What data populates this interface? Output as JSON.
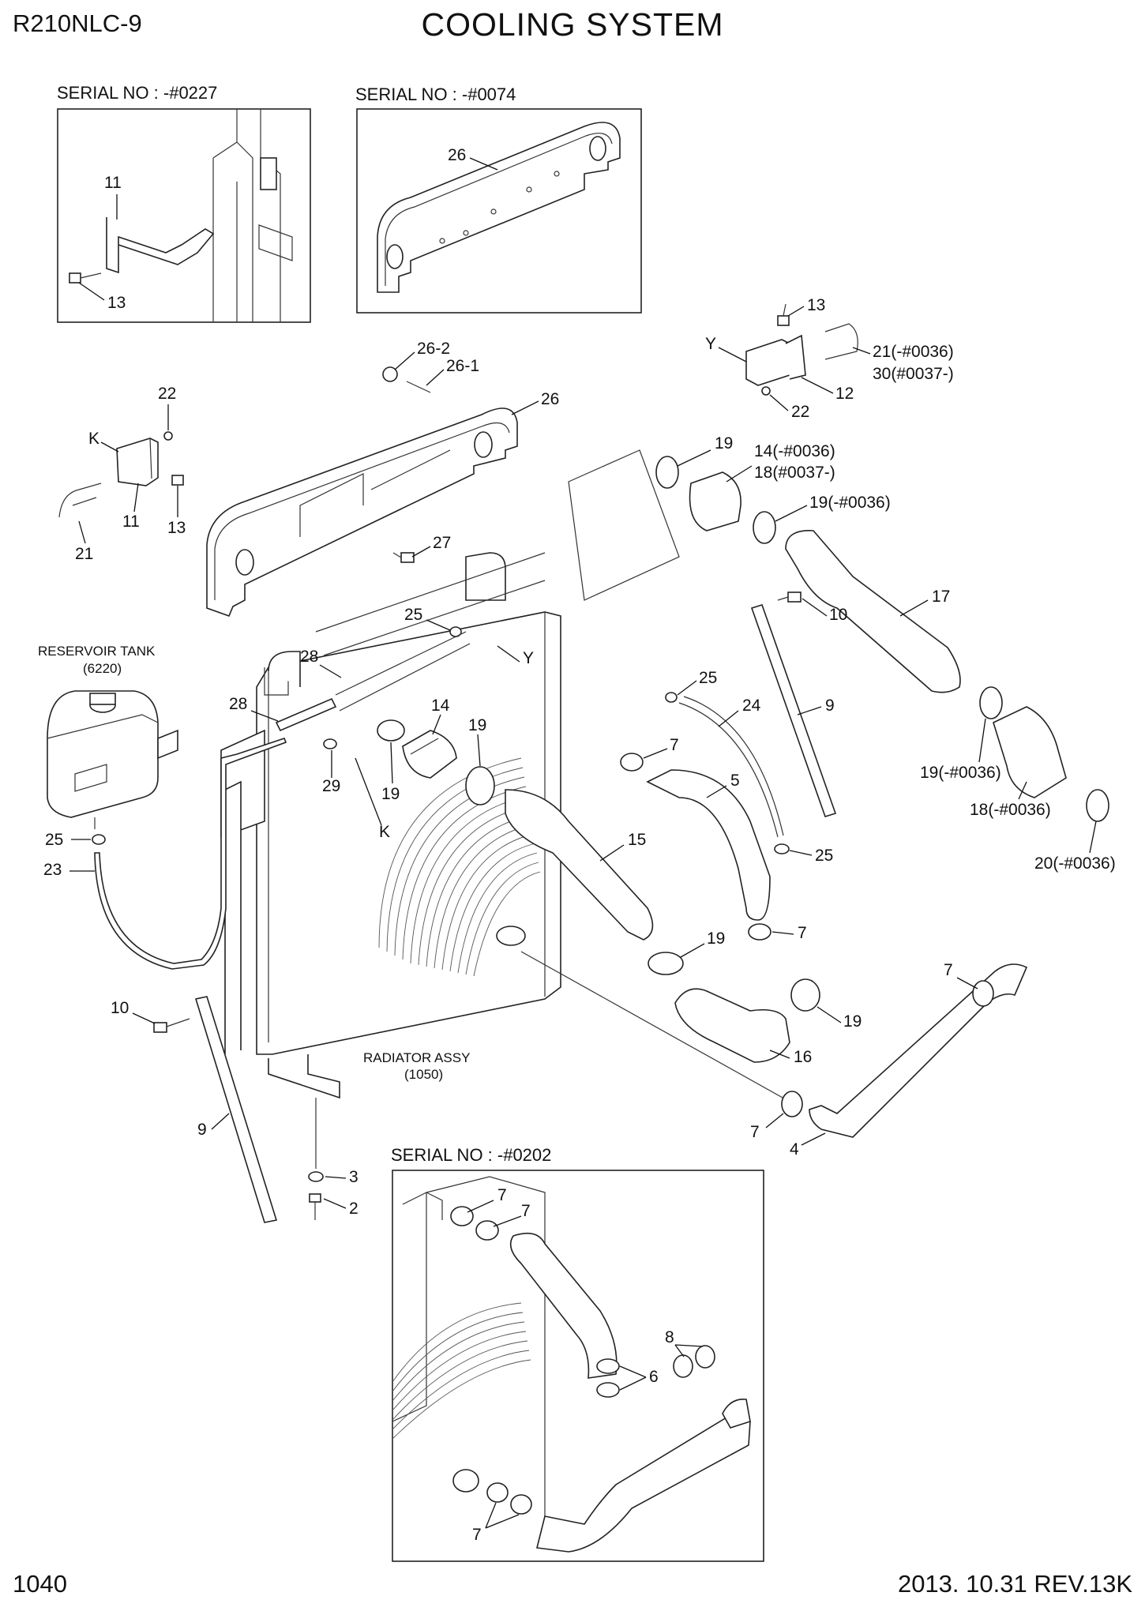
{
  "header": {
    "model": "R210NLC-9",
    "title": "COOLING SYSTEM"
  },
  "footer": {
    "page_number": "1040",
    "revision": "2013. 10.31  REV.13K"
  },
  "insets": {
    "top_left": "SERIAL NO : -#0227",
    "top_middle": "SERIAL NO : -#0074",
    "bottom": "SERIAL NO : -#0202"
  },
  "assemblies": {
    "reservoir_tank": "RESERVOIR TANK",
    "reservoir_tank_code": "(6220)",
    "radiator_assy": "RADIATOR ASSY",
    "radiator_assy_code": "(1050)"
  },
  "callouts": {
    "inset1_11": "11",
    "inset1_13": "13",
    "inset2_26": "26",
    "c13_tr": "13",
    "cY_tr": "Y",
    "c21": "21(-#0036)",
    "c30": "30(#0037-)",
    "c12": "12",
    "c22_tr": "22",
    "c26_2": "26-2",
    "c26_1": "26-1",
    "c26": "26",
    "c22_l": "22",
    "cK_l": "K",
    "c11_l": "11",
    "c13_l": "13",
    "c21_l": "21",
    "c19_a": "19",
    "c14": "14(-#0036)",
    "c18": "18(#0037-)",
    "c19_b": "19(-#0036)",
    "c17": "17",
    "c27": "27",
    "c25_a": "25",
    "cY_m": "Y",
    "c10_r": "10",
    "c28_a": "28",
    "c28_b": "28",
    "c14_m": "14",
    "c19_m": "19",
    "c29": "29",
    "c19_l": "19",
    "cK_m": "K",
    "c25_b": "25",
    "c24": "24",
    "c9_r": "9",
    "c7_a": "7",
    "c5": "5",
    "c25_c": "25",
    "c15": "15",
    "c7_b": "7",
    "c19_c": "19",
    "c16": "16",
    "c19_d": "19",
    "c19_e": "19(-#0036)",
    "c18_b": "18(-#0036)",
    "c20": "20(-#0036)",
    "c25_d": "25",
    "c23": "23",
    "c10_l": "10",
    "c9_l": "9",
    "c3": "3",
    "c2": "2",
    "c7_c": "7",
    "c7_d": "7",
    "c4": "4",
    "i3_7a": "7",
    "i3_7b": "7",
    "i3_8": "8",
    "i3_6": "6",
    "i3_7c": "7"
  },
  "colors": {
    "line": "#222222",
    "background": "#ffffff"
  }
}
